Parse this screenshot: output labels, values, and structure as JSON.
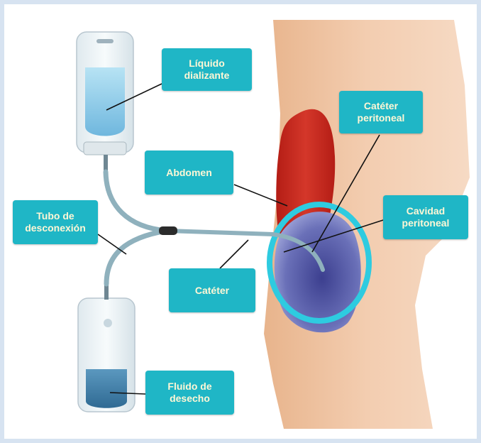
{
  "labels": {
    "dialysate": "Líquido\ndializante",
    "catheter_peritoneal": "Catéter\nperitoneal",
    "abdomen": "Abdomen",
    "disconnect_tube": "Tubo de\ndesconexión",
    "peritoneal_cavity": "Cavidad\nperitoneal",
    "catheter": "Catéter",
    "waste_fluid": "Fluido de\ndesecho"
  },
  "colors": {
    "label_bg": "#1fb6c6",
    "label_text": "#fff7d6",
    "skin": "#f1c7a1",
    "abdomen": "#c8271c",
    "cavity": "#5a5fae",
    "highlight_ring": "#2ecbe0",
    "dialysate": "#8fcde8",
    "waste": "#3d7fa9",
    "frame": "#d7e3f1"
  }
}
